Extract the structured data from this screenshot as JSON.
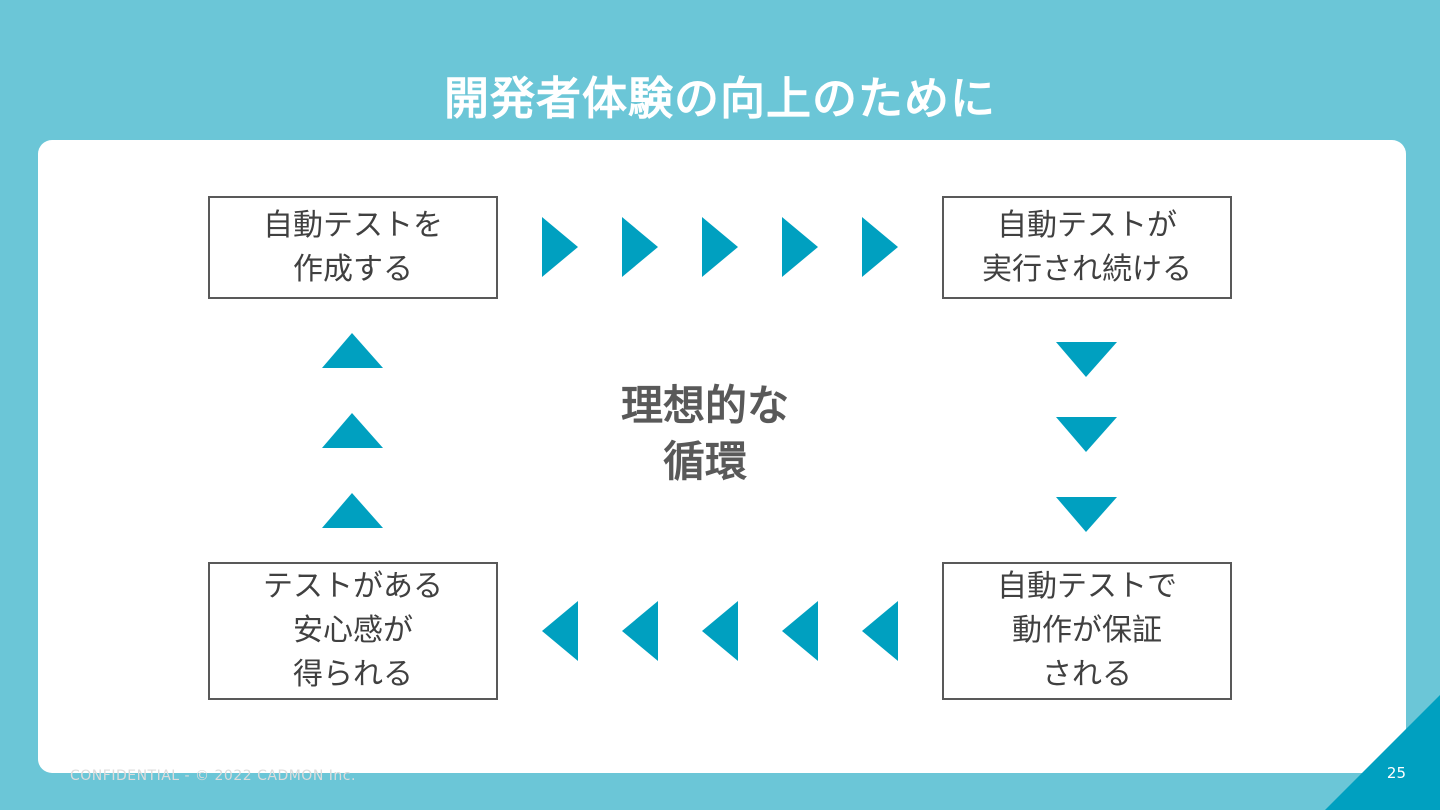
{
  "title": "開発者体験の向上のために",
  "cycle": {
    "center_label": "理想的な\n循環",
    "steps": [
      "自動テストを\n作成する",
      "自動テストが\n実行され続ける",
      "自動テストで\n動作が保証\nされる",
      "テストがある\n安心感が\n得られる"
    ]
  },
  "colors": {
    "background": "#6bc6d7",
    "arrow": "#00a0c0",
    "box_border": "#595959",
    "text": "#404040"
  },
  "footer": {
    "confidential": "CONFIDENTIAL - © 2022 CADMON Inc.",
    "page_number": "25"
  }
}
